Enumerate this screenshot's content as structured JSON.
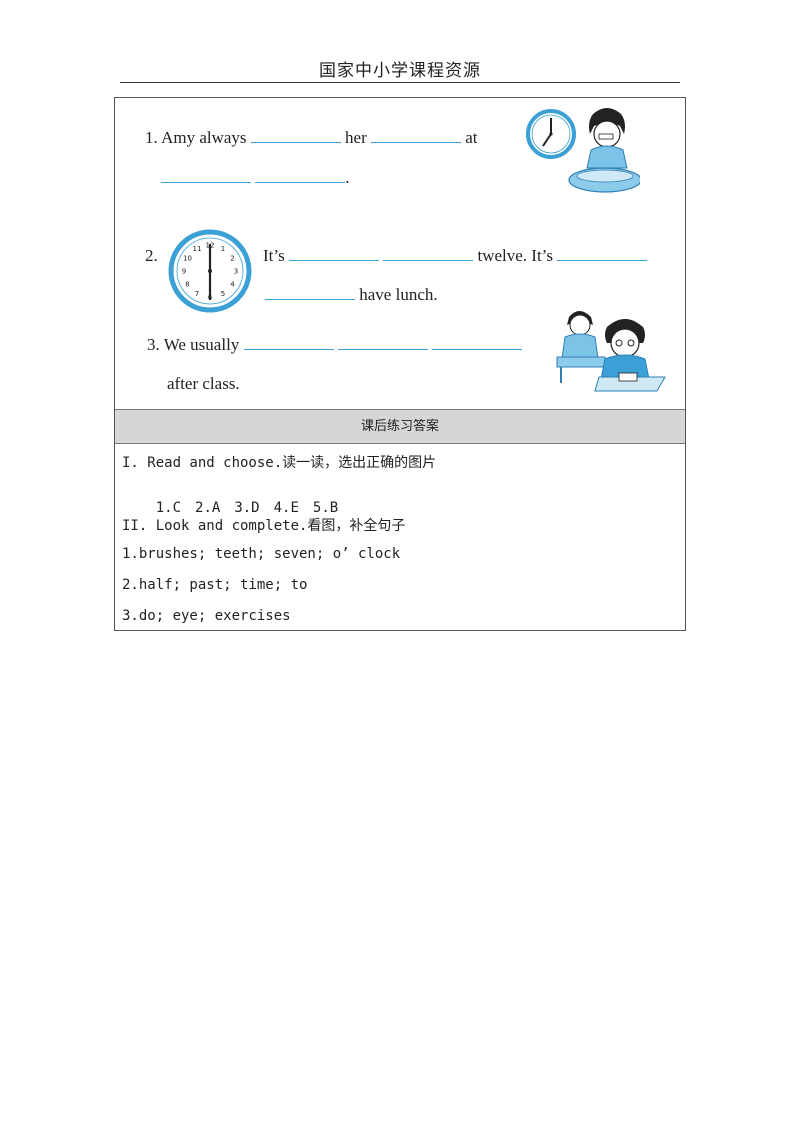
{
  "header": {
    "title": "国家中小学课程资源"
  },
  "exercises": [
    {
      "num": "1.",
      "text_a": "Amy always",
      "text_b": "her",
      "text_c": "at",
      "end": "."
    },
    {
      "num": "2.",
      "text_a": "It’s",
      "text_b": "twelve. It’s",
      "text_c": "have lunch."
    },
    {
      "num": "3.",
      "text_a": "We usually",
      "text_b": "after class."
    }
  ],
  "clock1": {
    "numbers": [
      "12",
      "1",
      "2",
      "3",
      "4",
      "5",
      "6",
      "7",
      "8",
      "9",
      "10",
      "11"
    ]
  },
  "answers": {
    "title": "课后练习答案",
    "part1_title": "I. Read and choose.读一读，选出正确的图片",
    "part1_items": [
      "1.C",
      "2.A",
      "3.D",
      "4.E",
      "5.B"
    ],
    "part2_title": "II. Look and complete.看图，补全句子",
    "part2_items": [
      "1.brushes; teeth; seven; o’ clock",
      "2.half; past; time; to",
      "3.do; eye; exercises"
    ]
  },
  "colors": {
    "accent": "#3aa0d5",
    "answer_header_bg": "#d6d6d6"
  }
}
